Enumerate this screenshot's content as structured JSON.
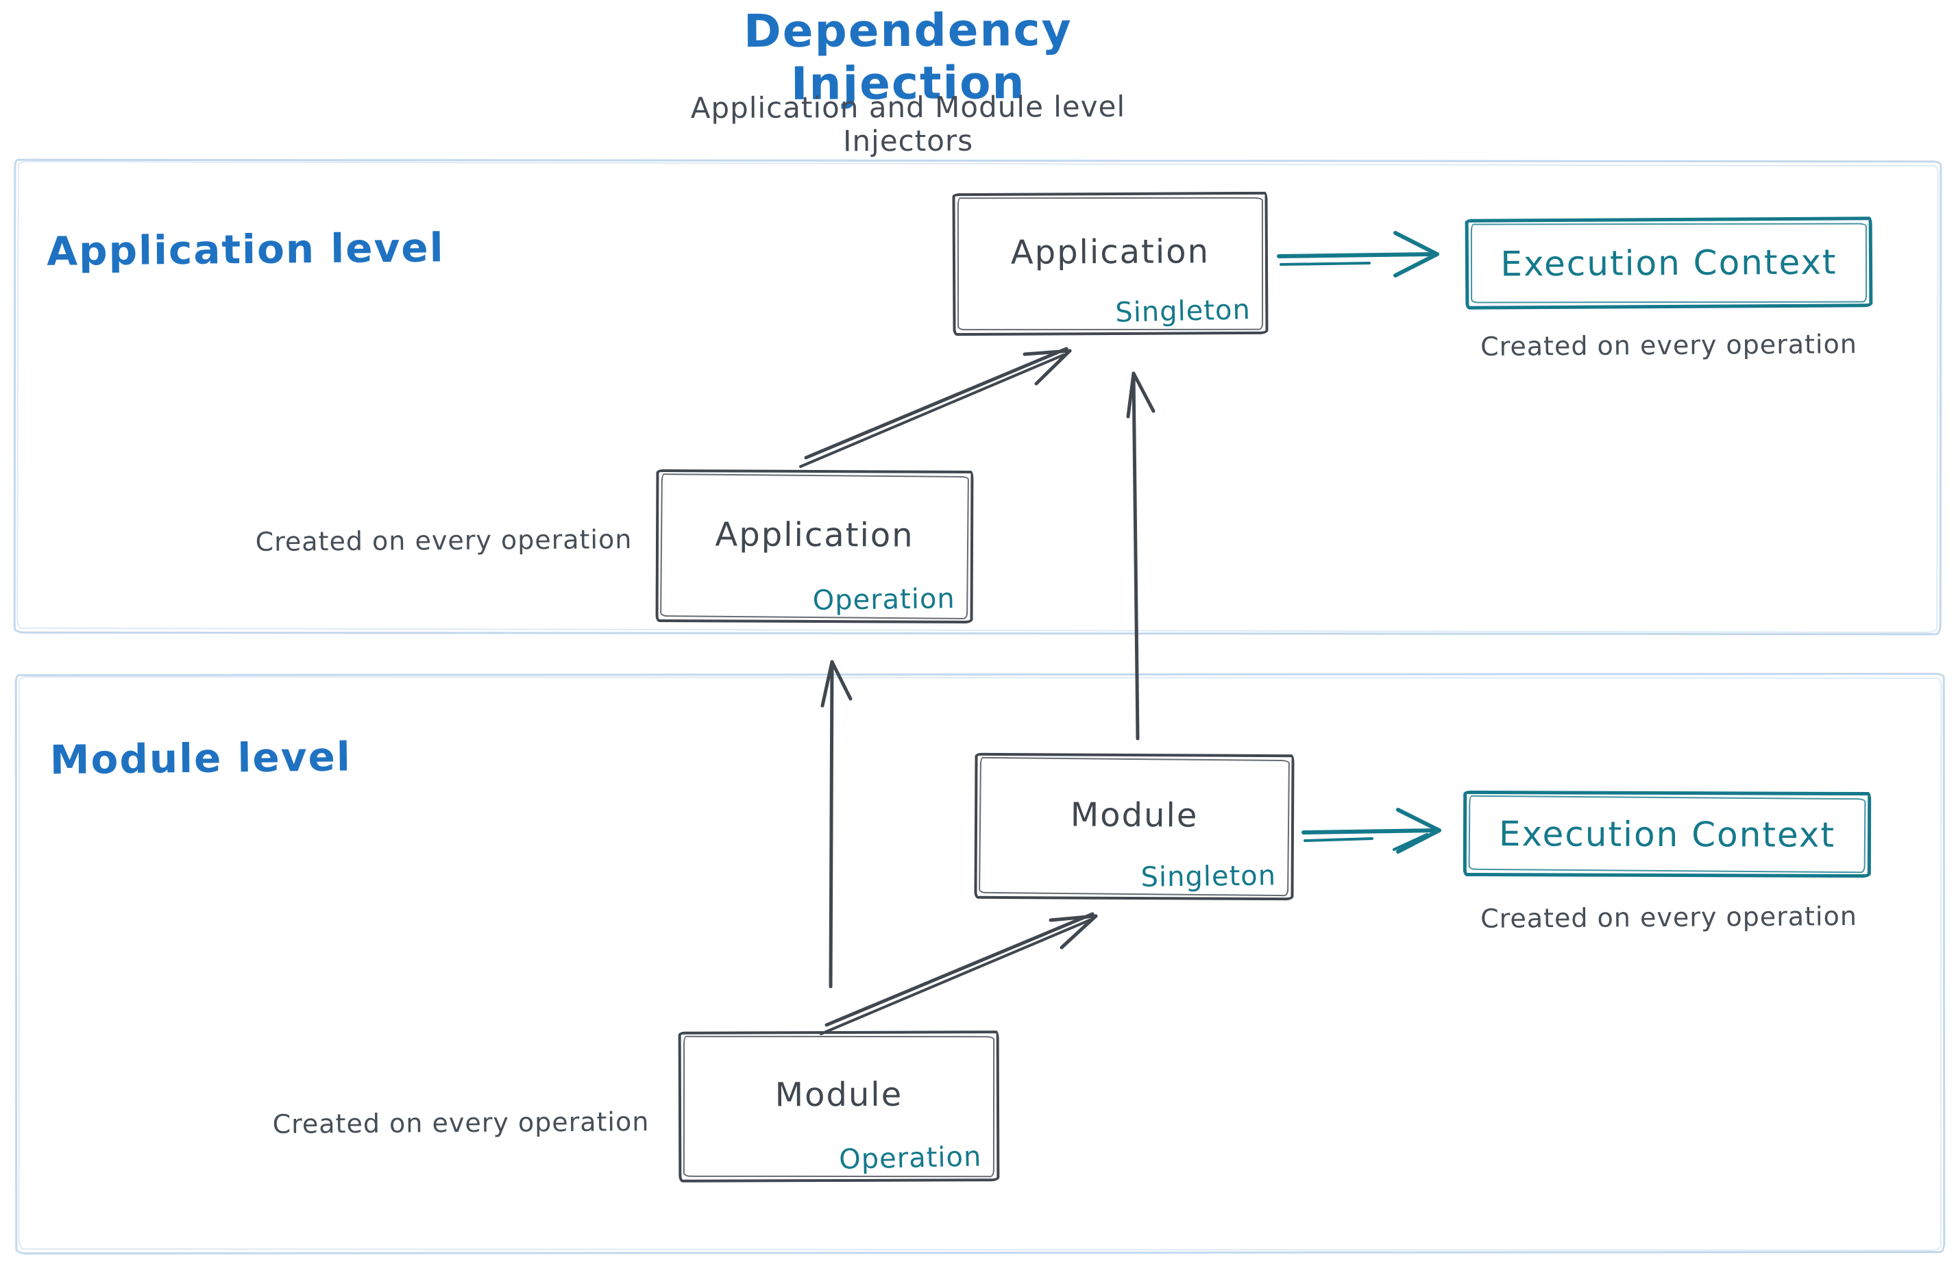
{
  "title": "Dependency Injection",
  "subtitle": "Application and Module level Injectors",
  "sections": [
    {
      "label": "Application level"
    },
    {
      "label": "Module level"
    }
  ],
  "nodes": {
    "app_singleton": {
      "title": "Application",
      "badge": "Singleton"
    },
    "app_operation": {
      "title": "Application",
      "badge": "Operation"
    },
    "app_execution_context": {
      "title": "Execution Context"
    },
    "module_singleton": {
      "title": "Module",
      "badge": "Singleton"
    },
    "module_operation": {
      "title": "Module",
      "badge": "Operation"
    },
    "module_execution_context": {
      "title": "Execution Context"
    }
  },
  "captions": {
    "app_operation": "Created on every operation",
    "app_execution_context": "Created on every operation",
    "module_operation": "Created on every operation",
    "module_execution_context": "Created on every operation"
  },
  "colors": {
    "title_blue": "#1f72c1",
    "stroke_dark": "#40474f",
    "accent_teal": "#15798b",
    "section_border": "#c3d8ed"
  }
}
